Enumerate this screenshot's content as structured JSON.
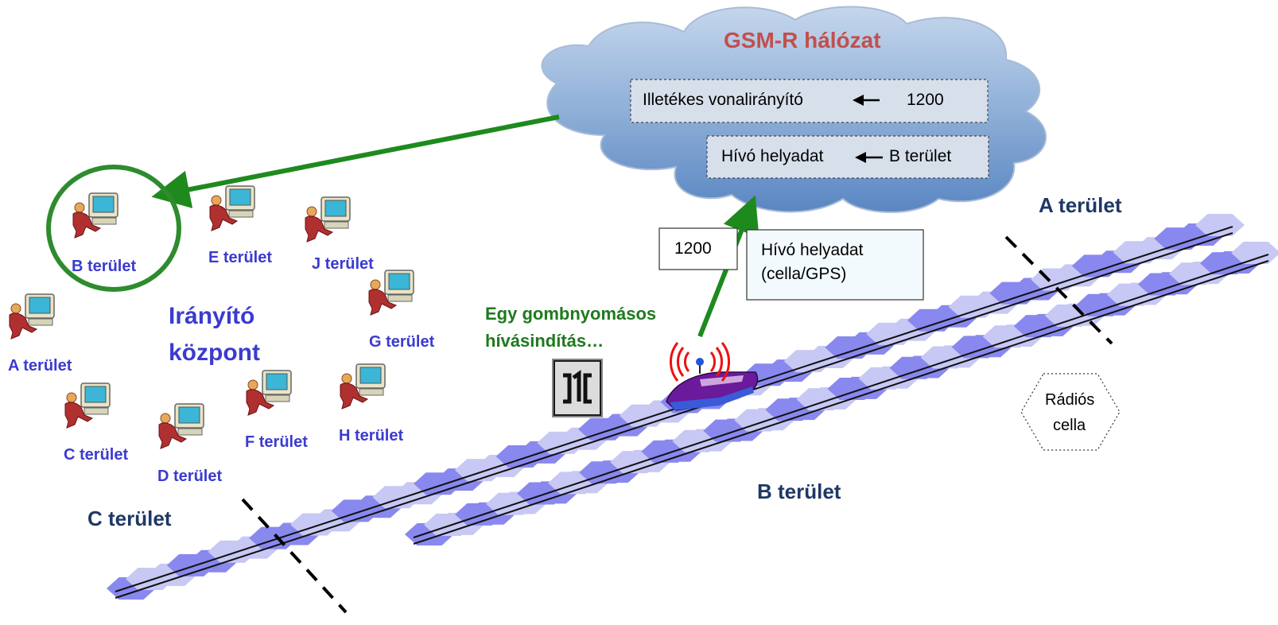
{
  "cloud": {
    "title": "GSM-R hálózat",
    "row1_label": "Illetékes vonalirányító",
    "row1_value": "1200",
    "row2_label": "Hívó helyadat",
    "row2_value": "B terület"
  },
  "uplink": {
    "number": "1200",
    "location_line1": "Hívó helyadat",
    "location_line2": "(cella/GPS)"
  },
  "control_center": {
    "title_line1": "Irányító",
    "title_line2": "központ",
    "stations": [
      "B terület",
      "E terület",
      "J terület",
      "A terület",
      "G terület",
      "C terület",
      "D terület",
      "F terület",
      "H terület"
    ]
  },
  "one_touch": {
    "line1": "Egy gombnyomásos",
    "line2": "hívásindítás…",
    "icon": "one-touch-call-icon"
  },
  "regions": {
    "a": "A terület",
    "b": "B terület",
    "c": "C terület"
  },
  "radio_cell": {
    "line1": "Rádiós",
    "line2": "cella"
  },
  "colors": {
    "green_arrow": "#1e8a1e",
    "cloud_fill": "#8fb0d8",
    "track_hex_dark": "#8888ee",
    "track_hex_light": "#c8c8f5",
    "station_label": "#3b3bd0",
    "region_label": "#1f3864",
    "cloud_title": "#c0504d"
  }
}
